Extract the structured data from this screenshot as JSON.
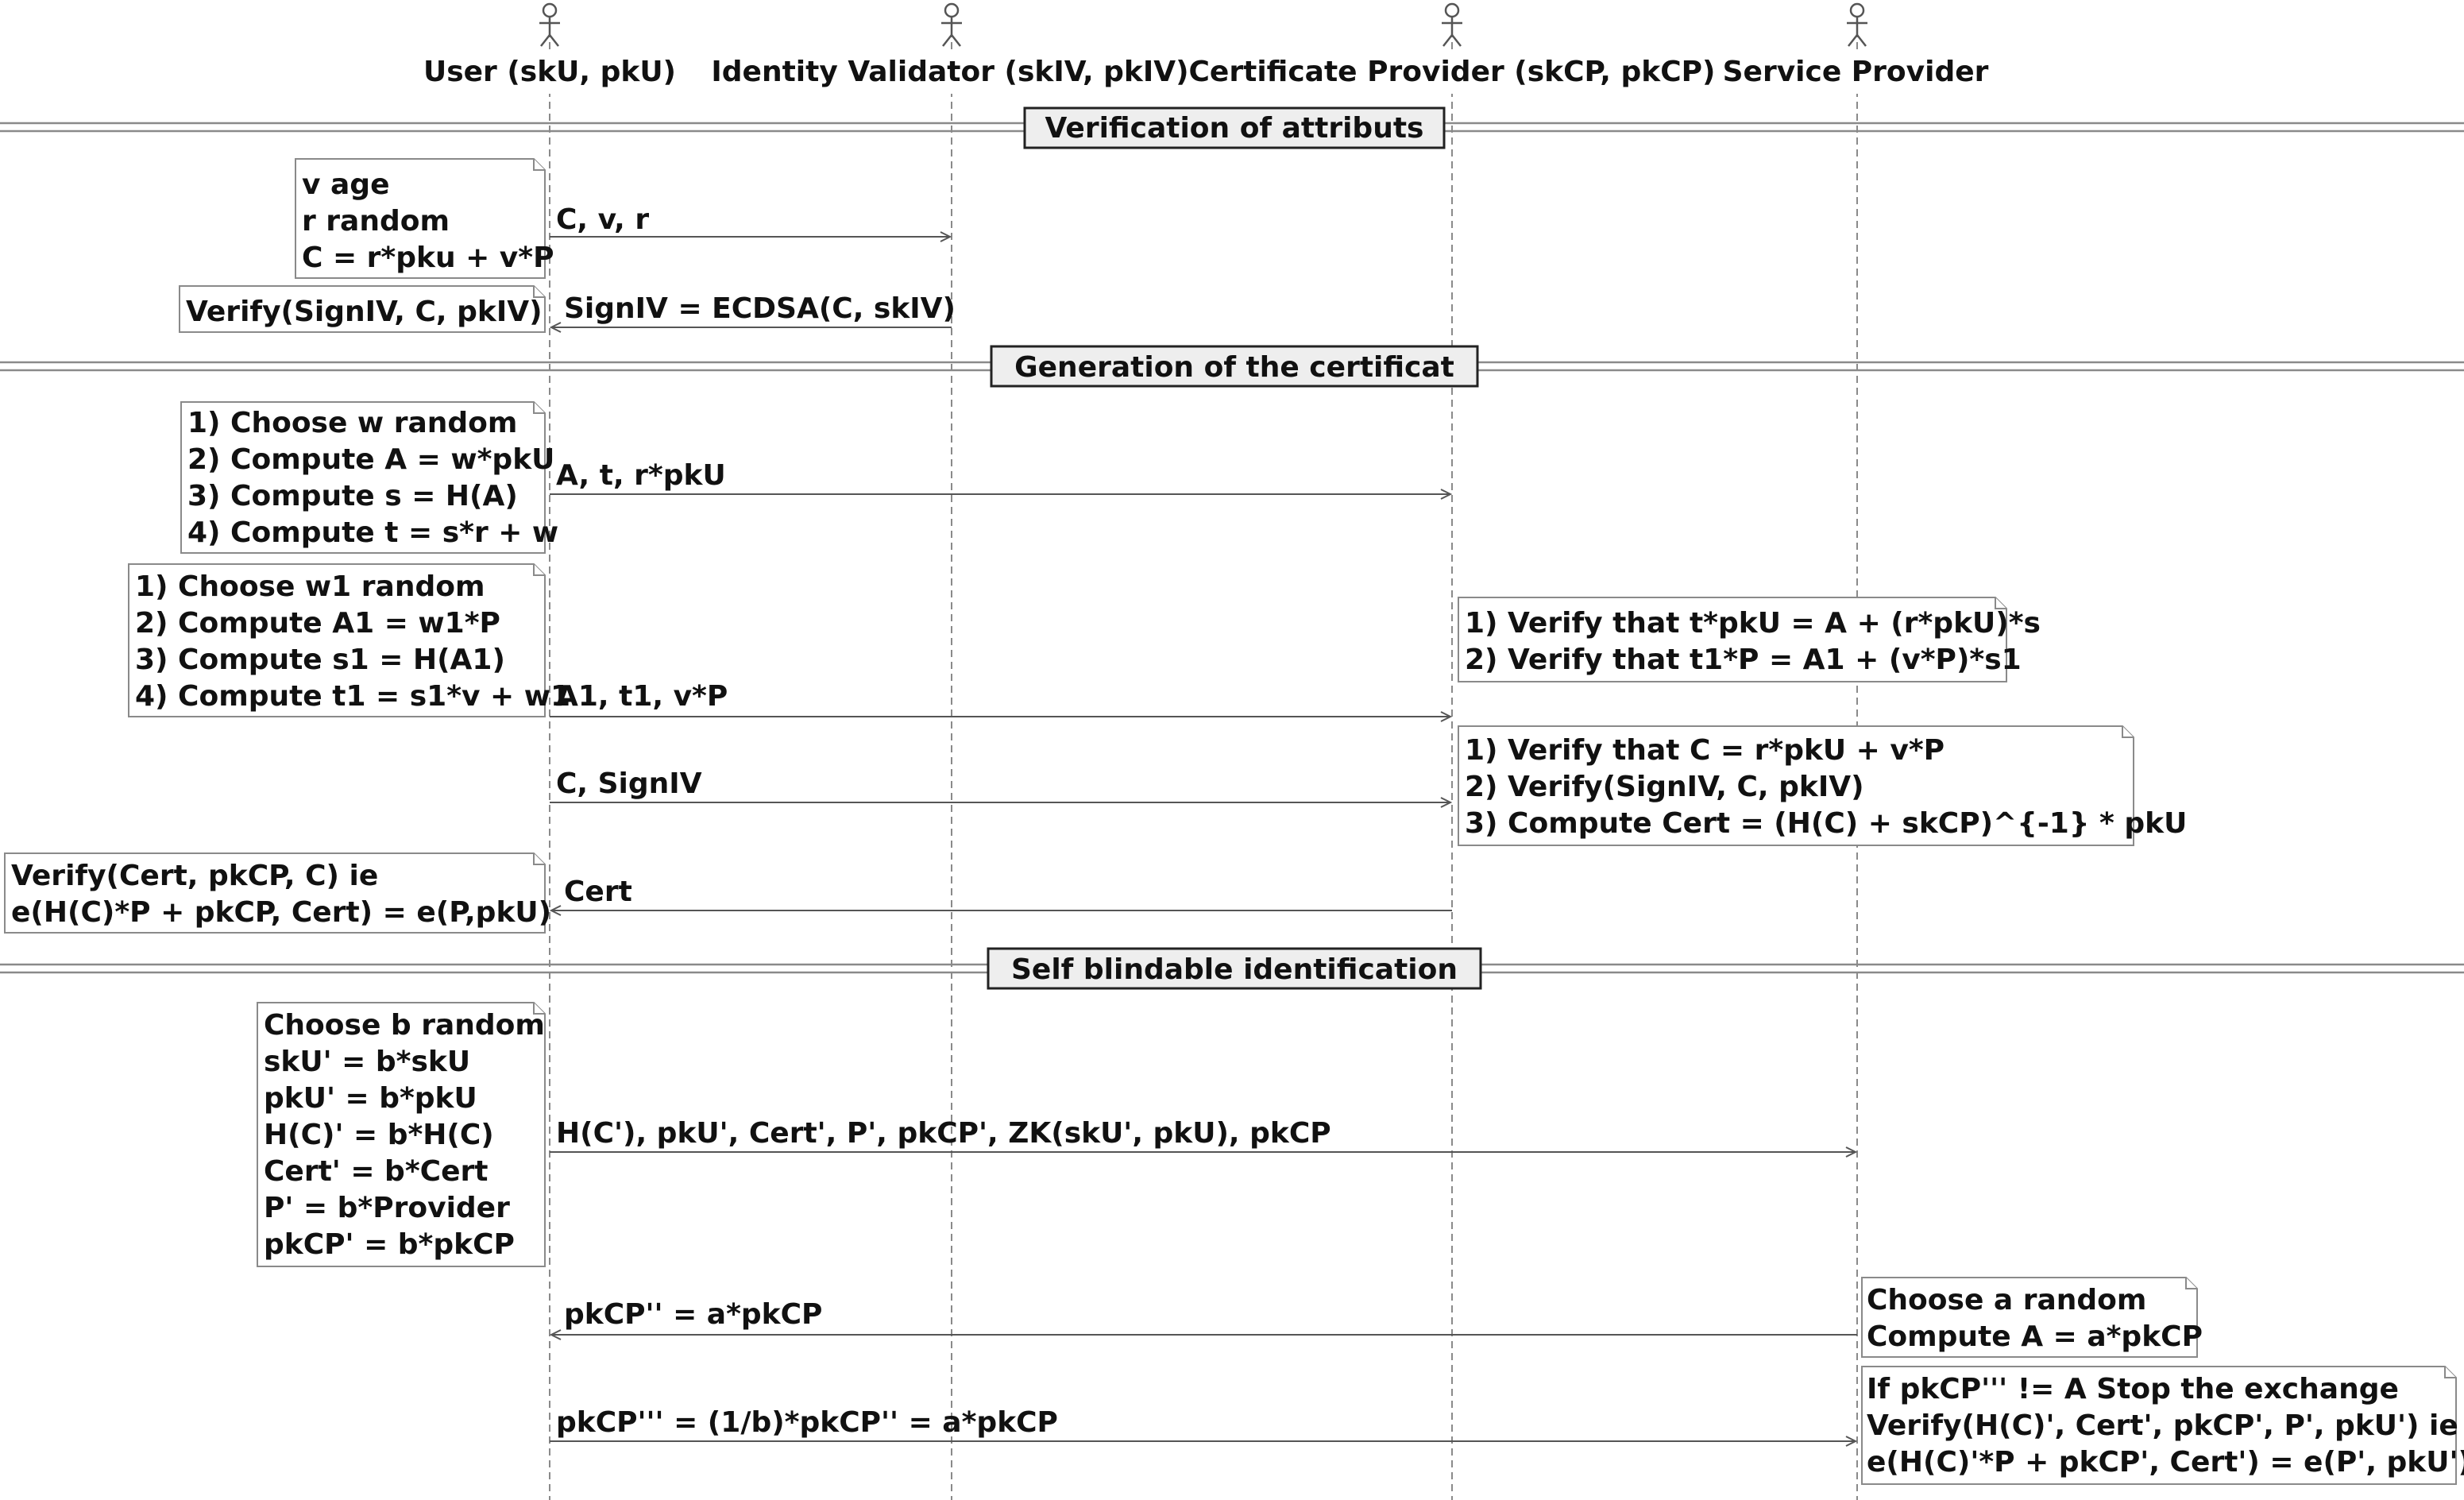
{
  "participants": [
    {
      "id": "user",
      "label": "User (skU, pkU)"
    },
    {
      "id": "iv",
      "label": "Identity Validator (skIV, pkIV)"
    },
    {
      "id": "cp",
      "label": "Certificate Provider (skCP, pkCP)"
    },
    {
      "id": "sp",
      "label": "Service Provider"
    }
  ],
  "dividers": [
    {
      "id": "verification",
      "label": "Verification of attributs"
    },
    {
      "id": "generation",
      "label": "Generation of the certificat"
    },
    {
      "id": "self-blindable",
      "label": "Self blindable identification"
    }
  ],
  "messages": [
    {
      "id": "msg-c-v-r",
      "from": "user",
      "to": "iv",
      "label": "C, v, r"
    },
    {
      "id": "msg-signiv",
      "from": "iv",
      "to": "user",
      "label": "SignIV = ECDSA(C, skIV)"
    },
    {
      "id": "msg-a-t-rpku",
      "from": "user",
      "to": "cp",
      "label": "A, t, r*pkU"
    },
    {
      "id": "msg-a1-t1-vp",
      "from": "user",
      "to": "cp",
      "label": "A1, t1, v*P"
    },
    {
      "id": "msg-c-signiv",
      "from": "user",
      "to": "cp",
      "label": "C, SignIV"
    },
    {
      "id": "msg-cert",
      "from": "cp",
      "to": "user",
      "label": "Cert"
    },
    {
      "id": "msg-blinded",
      "from": "user",
      "to": "sp",
      "label": "H(C'), pkU', Cert', P', pkCP', ZK(skU', pkU), pkCP"
    },
    {
      "id": "msg-pkcp2",
      "from": "sp",
      "to": "user",
      "label": "pkCP'' = a*pkCP"
    },
    {
      "id": "msg-pkcp3",
      "from": "user",
      "to": "sp",
      "label": "pkCP''' = (1/b)*pkCP'' = a*pkCP"
    }
  ],
  "notes": [
    {
      "id": "note-commitment",
      "lines": [
        "v age",
        "r random",
        "C = r*pku + v*P"
      ]
    },
    {
      "id": "note-verify-signiv",
      "lines": [
        "Verify(SignIV, C, pkIV)"
      ]
    },
    {
      "id": "note-user-proof-a",
      "lines": [
        "1) Choose w random",
        "2) Compute A = w*pkU",
        "3) Compute s = H(A)",
        "4) Compute t = s*r + w"
      ]
    },
    {
      "id": "note-user-proof-a1",
      "lines": [
        "1) Choose w1 random",
        "2) Compute A1 = w1*P",
        "3) Compute s1 = H(A1)",
        "4) Compute t1 = s1*v + w1"
      ]
    },
    {
      "id": "note-cp-verify-proofs",
      "lines": [
        "1) Verify that t*pkU = A + (r*pkU)*s",
        "2) Verify that t1*P = A1 + (v*P)*s1"
      ]
    },
    {
      "id": "note-cp-compute-cert",
      "lines": [
        "1) Verify that C = r*pkU + v*P",
        "2) Verify(SignIV, C, pkIV)",
        "3) Compute Cert = (H(C) + skCP)^{-1} * pkU"
      ]
    },
    {
      "id": "note-user-verify-cert",
      "lines": [
        "Verify(Cert, pkCP, C) ie",
        "e(H(C)*P + pkCP, Cert) = e(P,pkU)"
      ]
    },
    {
      "id": "note-user-blinding",
      "lines": [
        "Choose b random",
        "skU' = b*skU",
        "pkU' = b*pkU",
        "H(C)' = b*H(C)",
        "Cert' = b*Cert",
        "P' = b*Provider",
        "pkCP' = b*pkCP"
      ]
    },
    {
      "id": "note-sp-challenge",
      "lines": [
        "Choose a random",
        "Compute A = a*pkCP"
      ]
    },
    {
      "id": "note-sp-verify",
      "lines": [
        "If pkCP''' != A Stop the exchange",
        "Verify(H(C)', Cert', pkCP', P', pkU') ie",
        "e(H(C)'*P + pkCP', Cert') = e(P', pkU')"
      ]
    }
  ],
  "colors": {
    "line": "#8a8a8a",
    "divider_fill": "#eeeeee",
    "text": "#111111"
  }
}
